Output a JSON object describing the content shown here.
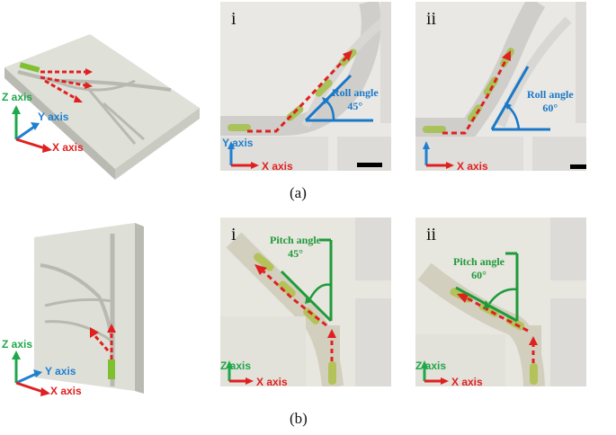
{
  "captions": {
    "a": "(a)",
    "b": "(b)"
  },
  "panels_a": {
    "i": {
      "label": "i",
      "angle_name": "Roll angle",
      "angle_value": "45°"
    },
    "ii": {
      "label": "ii",
      "angle_name": "Roll angle",
      "angle_value": "60°"
    }
  },
  "panels_b": {
    "i": {
      "label": "i",
      "angle_name": "Pitch angle",
      "angle_value": "45°"
    },
    "ii": {
      "label": "ii",
      "angle_name": "Pitch angle",
      "angle_value": "60°"
    }
  },
  "axes": {
    "x": "X axis",
    "y": "Y axis",
    "z": "Z axis"
  },
  "colors": {
    "x_axis": "#e02020",
    "y_axis": "#2080d0",
    "z_axis": "#1fa84a",
    "roll": "#1a78c8",
    "pitch": "#1f9a3a"
  }
}
